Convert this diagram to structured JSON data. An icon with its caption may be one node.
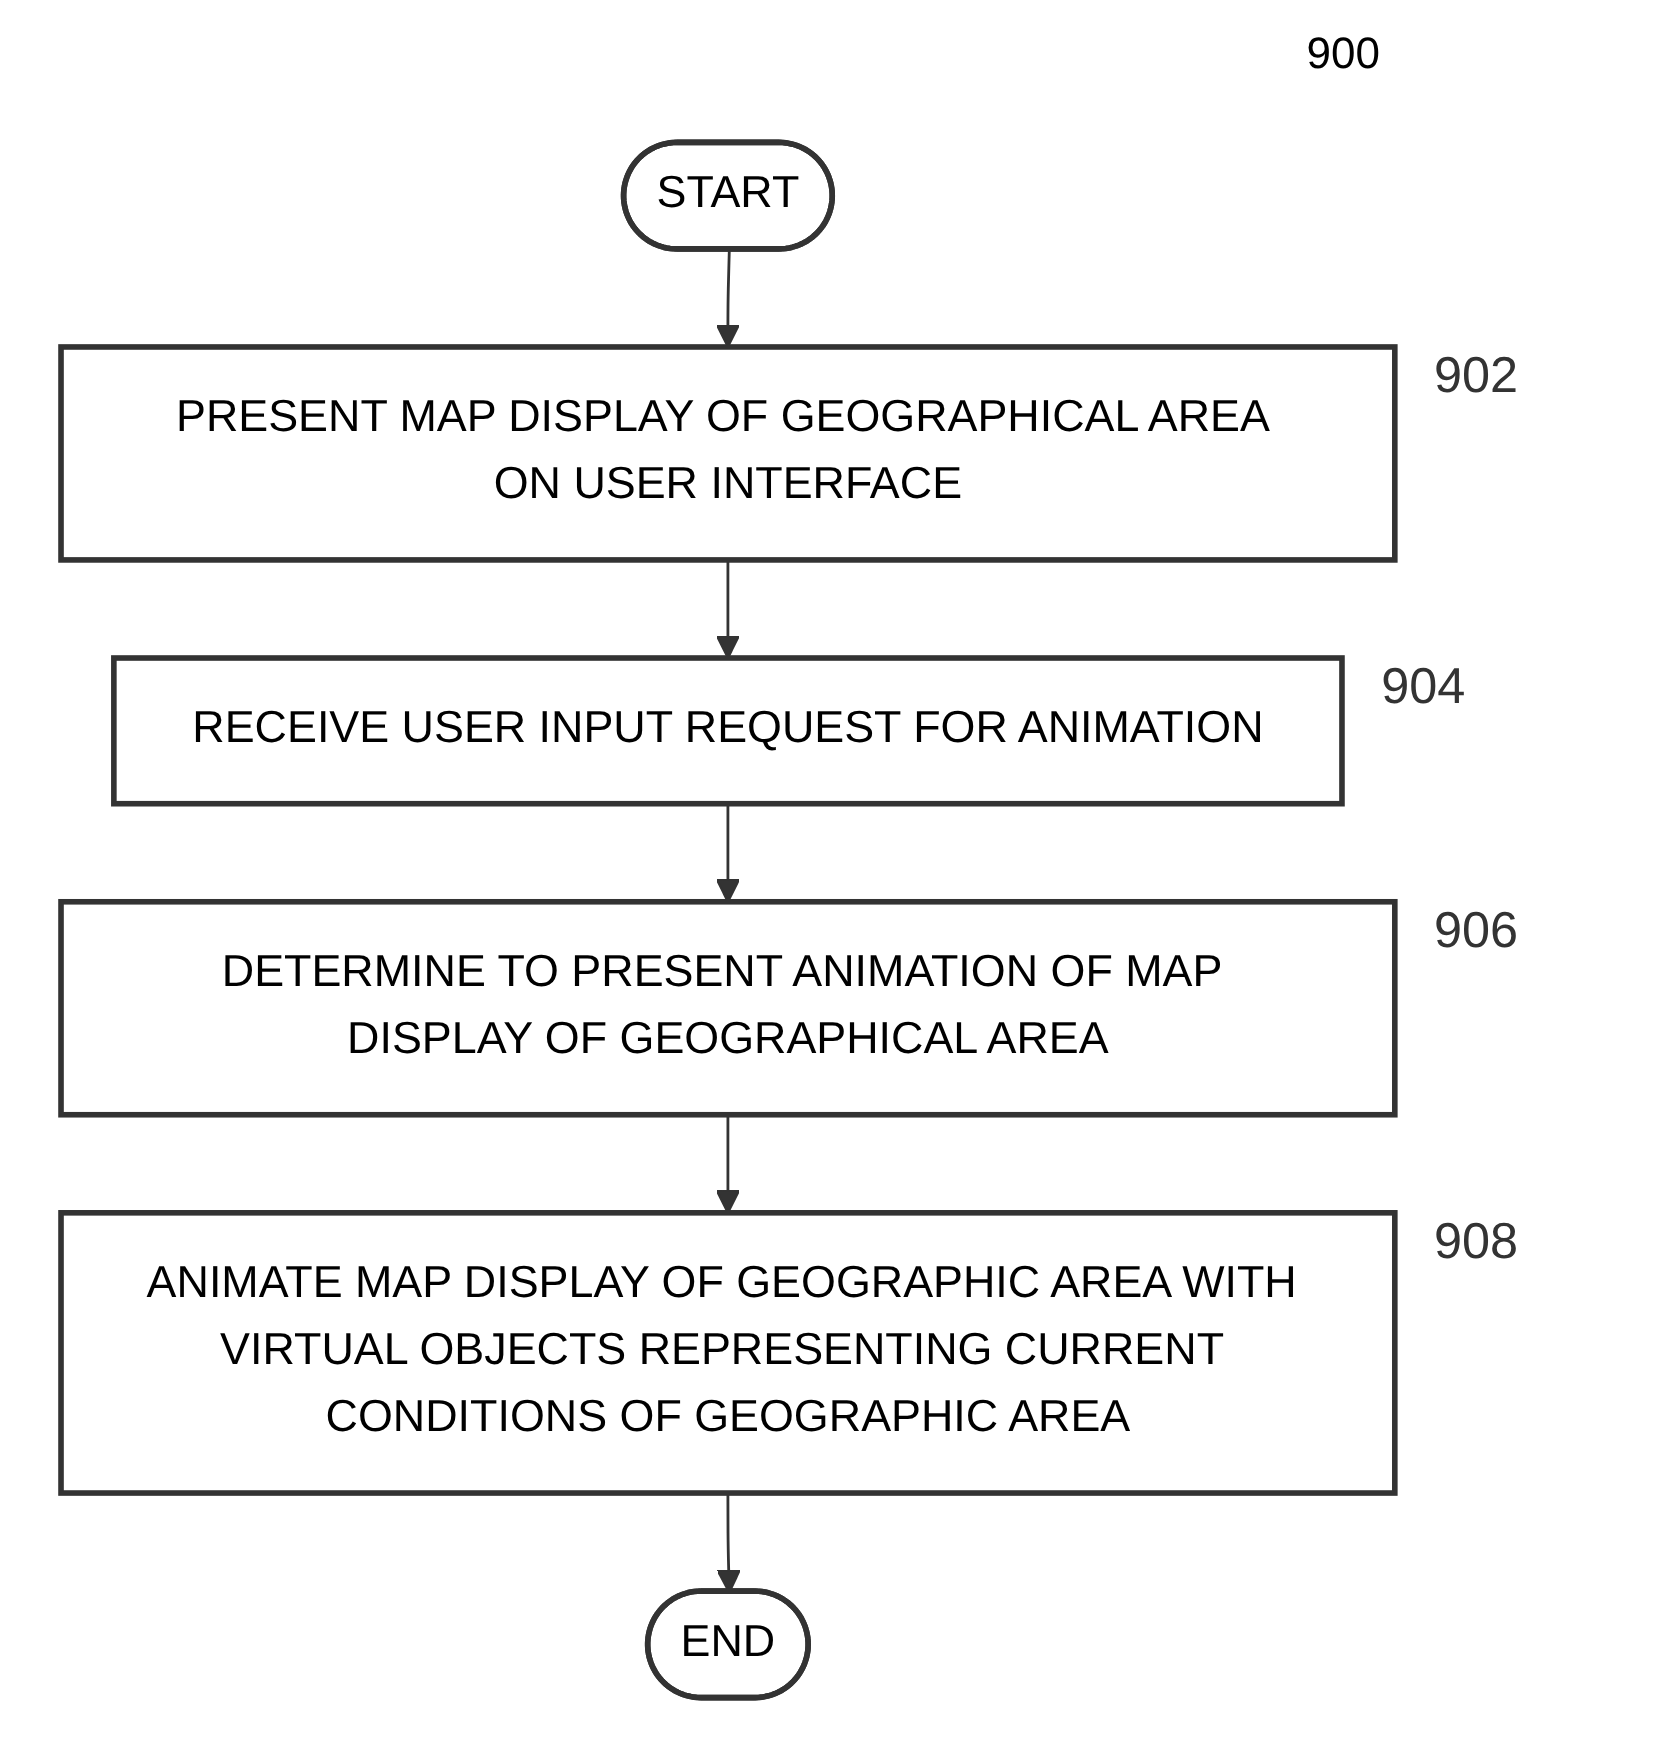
{
  "diagram": {
    "nodes": [
      {
        "text": [
          "START"
        ]
      },
      {
        "text": [
          "PRESENT MAP DISPLAY OF GEOGRAPHICAL AREA ON USER INTERFACE"
        ],
        "beside": [
          "902"
        ]
      },
      {
        "text": [
          "RECEIVE USER INPUT REQUEST FOR ANIMATION"
        ],
        "beside": [
          "904"
        ]
      },
      {
        "text": [
          "DETERMINE TO PRESENT ANIMATION OF MAP DISPLAY OF GEOGRAPHICAL AREA"
        ],
        "beside": [
          "906"
        ]
      },
      {
        "text": [
          "ANIMATE MAP DISPLAY OF GEOGRAPHIC AREA WITH VIRTUAL OBJECTS REPRESENTING CURRENT CONDITIONS OF GEOGRAPHIC AREA"
        ],
        "beside": [
          "908"
        ]
      },
      {
        "text": [
          "END"
        ]
      }
    ],
    "edges": [
      {
        "from": 0,
        "to": 1,
        "arrow": "to"
      },
      {
        "from": 1,
        "to": 2,
        "arrow": "to"
      },
      {
        "from": 2,
        "to": 3,
        "arrow": "to"
      },
      {
        "from": 3,
        "to": 4,
        "arrow": "to"
      },
      {
        "from": 4,
        "to": 5,
        "arrow": "to"
      }
    ],
    "labels": [
      "900"
    ]
  }
}
